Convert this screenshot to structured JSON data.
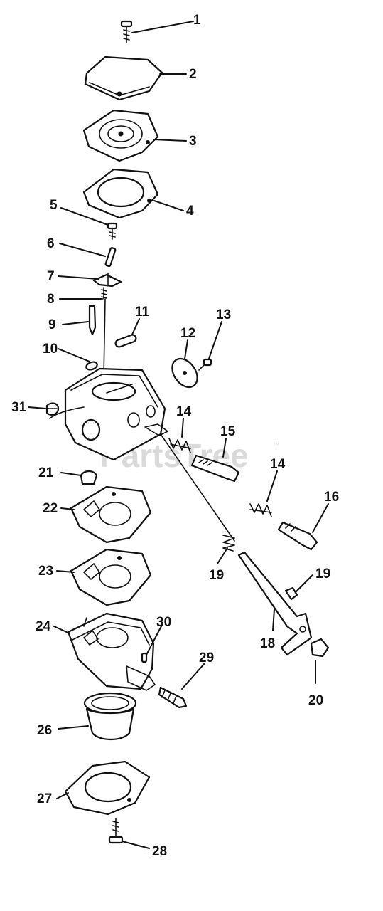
{
  "watermark": {
    "text": "PartsTree",
    "trademark": "™"
  },
  "callouts": [
    "1",
    "2",
    "3",
    "4",
    "5",
    "6",
    "7",
    "8",
    "9",
    "10",
    "11",
    "12",
    "13",
    "14",
    "14",
    "15",
    "16",
    "19",
    "19",
    "18",
    "20",
    "21",
    "22",
    "23",
    "24",
    "26",
    "27",
    "28",
    "29",
    "30",
    "31"
  ]
}
